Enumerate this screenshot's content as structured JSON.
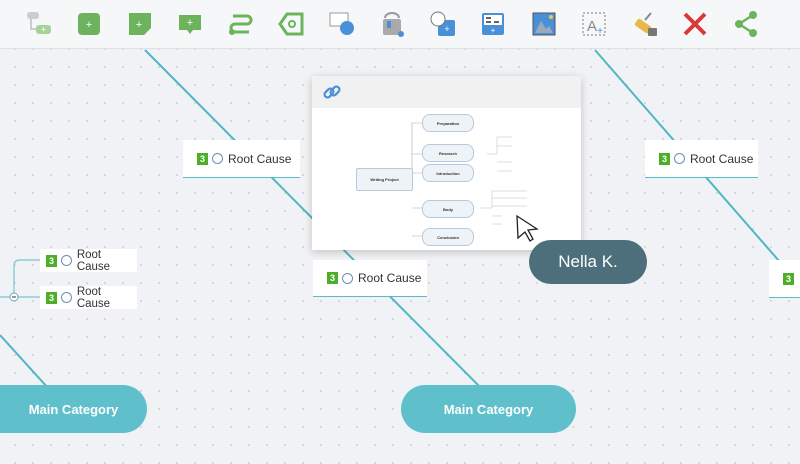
{
  "toolbar": {
    "items": [
      "add-subtopic",
      "add-topic",
      "add-note",
      "add-comment",
      "add-relationship",
      "add-tag",
      "add-shape",
      "fill-color",
      "add-callout",
      "add-table",
      "insert-image",
      "add-text",
      "format-painter",
      "delete",
      "share"
    ]
  },
  "nodes": {
    "root_cause_label": "Root Cause",
    "badge": "3"
  },
  "main_categories": [
    "Main Category",
    "Main Category"
  ],
  "preview": {
    "center": "Writing Project",
    "branches": [
      "Preparation",
      "Research",
      "Introduction",
      "Body",
      "Conclusion"
    ]
  },
  "cursor_user": "Nella K.",
  "colors": {
    "teal": "#5fc0cc",
    "badge": "#4caf27",
    "user": "#4d6f7c"
  }
}
